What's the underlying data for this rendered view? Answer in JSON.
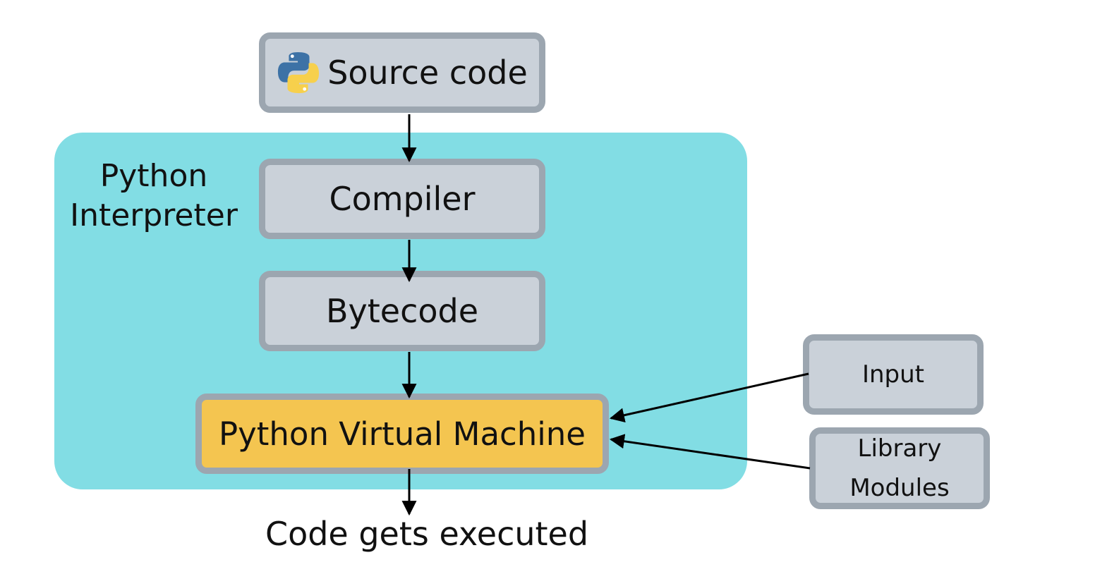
{
  "diagram": {
    "region": {
      "label_line1": "Python",
      "label_line2": "Interpreter",
      "color": "#82dde4"
    },
    "nodes": {
      "source": {
        "label": "Source code",
        "icon": "python-logo-icon"
      },
      "compiler": {
        "label": "Compiler"
      },
      "bytecode": {
        "label": "Bytecode"
      },
      "pvm": {
        "label": "Python Virtual Machine",
        "color": "#f4c550"
      },
      "input": {
        "label": "Input"
      },
      "library": {
        "label_line1": "Library",
        "label_line2": "Modules"
      }
    },
    "result": {
      "label": "Code gets executed"
    },
    "edges": [
      {
        "from": "source",
        "to": "compiler"
      },
      {
        "from": "compiler",
        "to": "bytecode"
      },
      {
        "from": "bytecode",
        "to": "pvm"
      },
      {
        "from": "pvm",
        "to": "result"
      },
      {
        "from": "input",
        "to": "pvm"
      },
      {
        "from": "library",
        "to": "pvm"
      }
    ],
    "colors": {
      "node_fill": "#cad1d9",
      "node_border": "#9ca6b0",
      "arrow": "#000000"
    }
  }
}
